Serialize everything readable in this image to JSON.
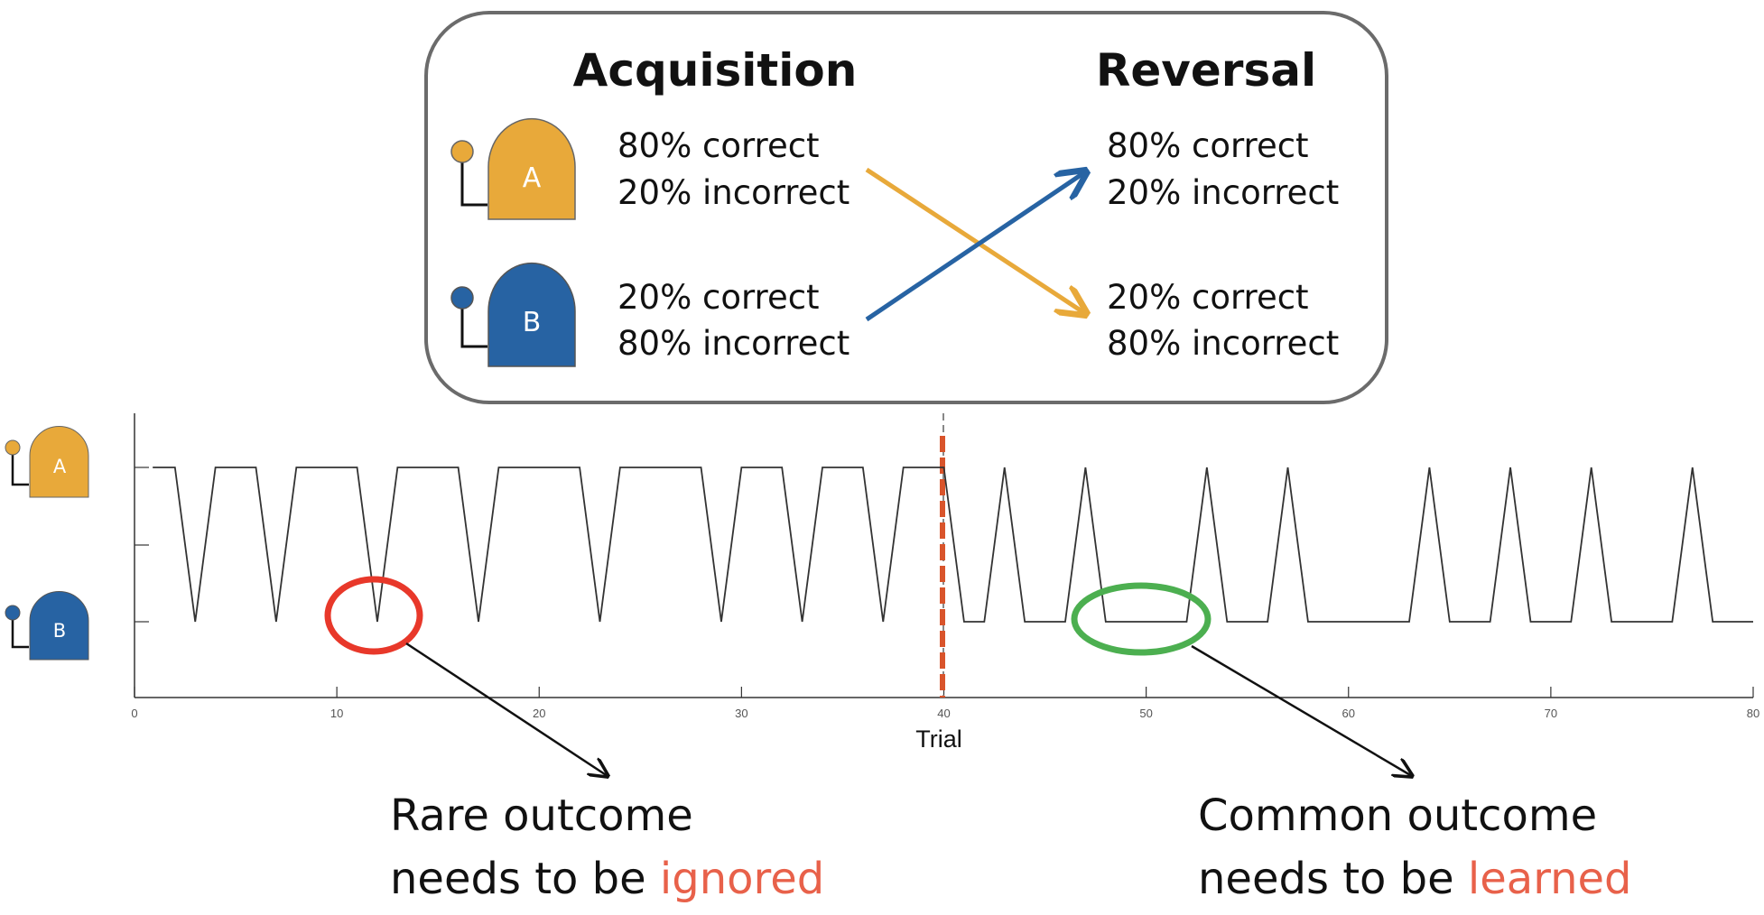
{
  "legend": {
    "acquisition_title": "Acquisition",
    "reversal_title": "Reversal",
    "lever_a": {
      "letter": "A",
      "color": "#E8A93A",
      "acq_line1": "80% correct",
      "acq_line2": "20% incorrect",
      "rev_line1": "80% correct",
      "rev_line2": "20% incorrect"
    },
    "lever_b": {
      "letter": "B",
      "color": "#2763A3",
      "acq_line1": "20% correct",
      "acq_line2": "80% incorrect",
      "rev_line1": "20% correct",
      "rev_line2": "80% incorrect"
    }
  },
  "chart_data": {
    "type": "line",
    "xlabel": "Trial",
    "xlim": [
      0,
      80
    ],
    "xticks": [
      0,
      10,
      20,
      30,
      40,
      50,
      60,
      70,
      80
    ],
    "y_levels": [
      "B",
      "A"
    ],
    "reversal_trial": 40,
    "x": [
      1,
      2,
      3,
      4,
      6,
      7,
      8,
      11,
      12,
      13,
      16,
      17,
      18,
      22,
      23,
      24,
      28,
      29,
      30,
      32,
      33,
      34,
      36,
      37,
      38,
      40,
      41,
      42,
      43,
      44,
      46,
      47,
      48,
      52,
      53,
      54,
      56,
      57,
      58,
      63,
      64,
      65,
      67,
      68,
      69,
      71,
      72,
      73,
      76,
      77,
      78,
      80
    ],
    "choice": [
      "A",
      "A",
      "B",
      "A",
      "A",
      "B",
      "A",
      "A",
      "B",
      "A",
      "A",
      "B",
      "A",
      "A",
      "B",
      "A",
      "A",
      "B",
      "A",
      "A",
      "B",
      "A",
      "A",
      "B",
      "A",
      "A",
      "B",
      "B",
      "A",
      "B",
      "B",
      "A",
      "B",
      "B",
      "A",
      "B",
      "B",
      "A",
      "B",
      "B",
      "A",
      "B",
      "B",
      "A",
      "B",
      "B",
      "A",
      "B",
      "B",
      "A",
      "B",
      "B"
    ]
  },
  "annotations": {
    "left_line1": "Rare outcome",
    "left_line2_prefix": "needs to be ",
    "left_line2_highlight": "ignored",
    "left_circle_color": "#E8382A",
    "right_line1": "Common outcome",
    "right_line2_prefix": "needs to be ",
    "right_line2_highlight": "learned",
    "right_circle_color": "#4CAF50",
    "highlight_color": "#E8614A"
  }
}
